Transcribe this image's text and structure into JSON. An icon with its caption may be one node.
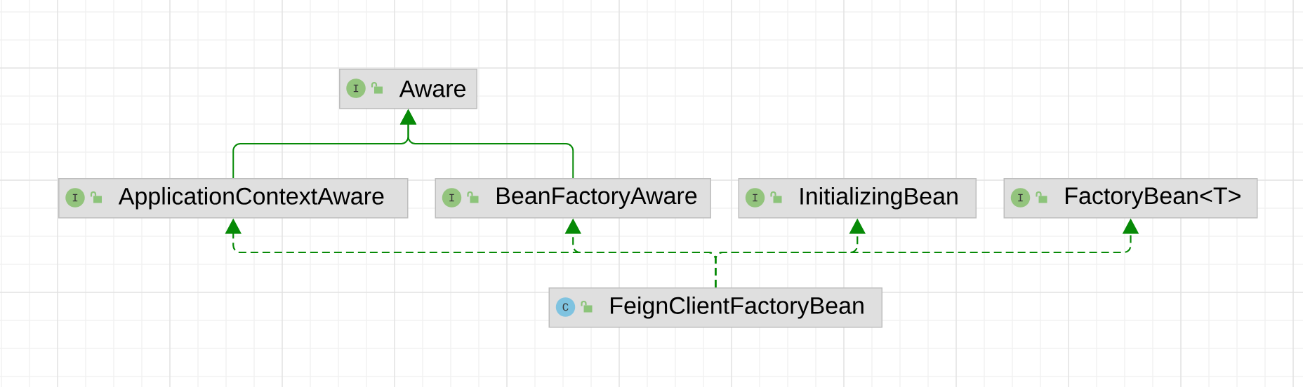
{
  "diagram": {
    "nodes": [
      {
        "text": [
          "I",
          "Aware"
        ]
      },
      {
        "text": [
          "I",
          "ApplicationContextAware"
        ]
      },
      {
        "text": [
          "I",
          "BeanFactoryAware"
        ]
      },
      {
        "text": [
          "I",
          "InitializingBean"
        ]
      },
      {
        "text": [
          "I",
          "FactoryBean<T>"
        ]
      },
      {
        "text": [
          "C",
          "FeignClientFactoryBean"
        ]
      }
    ],
    "edges": [
      {
        "from": 1,
        "to": 0,
        "arrow": "to"
      },
      {
        "from": 2,
        "to": 0,
        "arrow": "to"
      },
      {
        "from": 5,
        "to": 1,
        "arrow": "to",
        "style": "dashed"
      },
      {
        "from": 5,
        "to": 2,
        "arrow": "to",
        "style": "dashed"
      },
      {
        "from": 5,
        "to": 3,
        "arrow": "to",
        "style": "dashed"
      },
      {
        "from": 5,
        "to": 4,
        "arrow": "to",
        "style": "dashed"
      }
    ]
  }
}
